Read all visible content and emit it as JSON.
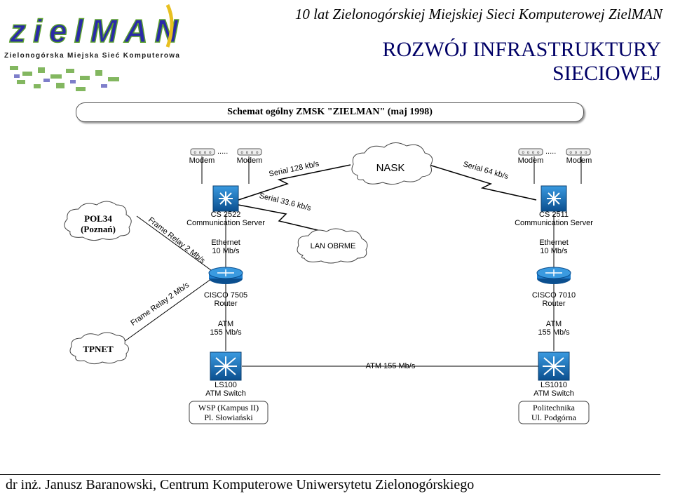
{
  "header": {
    "logo_text": "zielMAN",
    "logo_tagline": "Zielonogórska Miejska Sieć Komputerowa",
    "subtitle": "10 lat Zielonogórskiej Miejskiej Sieci Komputerowej ZielMAN",
    "title_line1": "ROZWÓJ INFRASTRUKTURY",
    "title_line2": "SIECIOWEJ"
  },
  "schema_title": "Schemat ogólny ZMSK \"ZIELMAN\" (maj 1998)",
  "diagram": {
    "modems_left": [
      "Modem",
      "Modem"
    ],
    "modems_right": [
      "Modem",
      "Modem"
    ],
    "clouds": {
      "nask": "NASK",
      "lan_obrme": "LAN OBRME",
      "pol34": [
        "POL34",
        "(Poznań)"
      ],
      "tpnet": "TPNET"
    },
    "links": {
      "serial128": "Serial 128 kb/s",
      "serial64": "Serial 64 kb/s",
      "serial336": "Serial 33.6 kb/s",
      "fr_top": "Frame Relay 2 Mb/s",
      "fr_bottom": "Frame Relay 2 Mb/s",
      "atm_trunk": "ATM 155 Mb/s"
    },
    "left": {
      "cs_name": "CS 2522",
      "cs_type": "Communication Server",
      "eth1": "Ethernet",
      "eth2": "10 Mb/s",
      "router_name": "CISCO 7505",
      "router_type": "Router",
      "atm1": "ATM",
      "atm2": "155 Mb/s",
      "switch_name": "LS100",
      "switch_type": "ATM Switch",
      "site_line1": "WSP (Kampus II)",
      "site_line2": "Pl. Słowiański"
    },
    "right": {
      "cs_name": "CS 2511",
      "cs_type": "Communication Server",
      "eth1": "Ethernet",
      "eth2": "10 Mb/s",
      "router_name": "CISCO 7010",
      "router_type": "Router",
      "atm1": "ATM",
      "atm2": "155 Mb/s",
      "switch_name": "LS1010",
      "switch_type": "ATM Switch",
      "site_line1": "Politechnika",
      "site_line2": "Ul. Podgórna"
    }
  },
  "footer": "dr inż. Janusz Baranowski, Centrum Komputerowe Uniwersytetu Zielonogórskiego",
  "colors": {
    "device_blue": "#1f7fcf",
    "device_dark": "#0b4f8f",
    "title_navy": "#000066",
    "logo_blue": "#2a2aa8",
    "logo_green": "#5aa02c",
    "logo_yellow": "#e8c020"
  }
}
